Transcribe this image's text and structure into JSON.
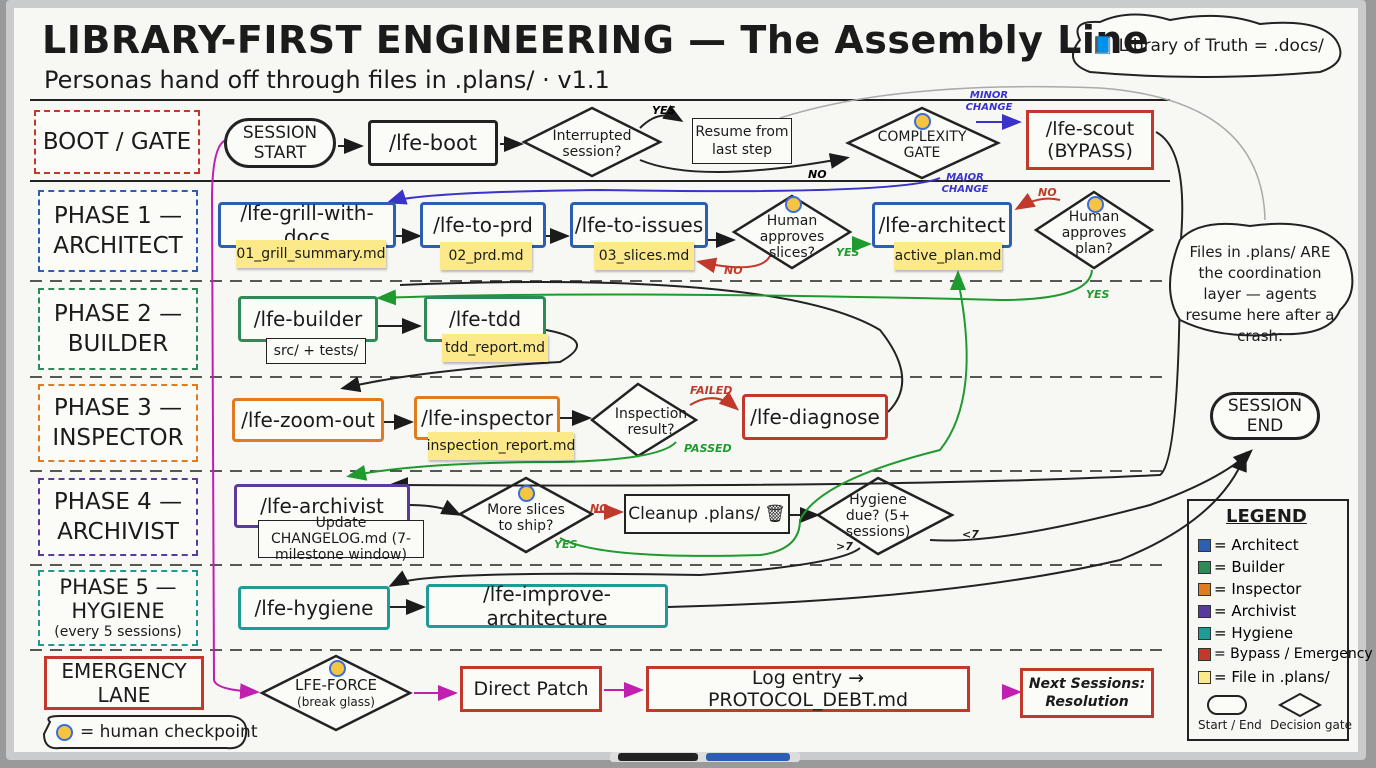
{
  "header": {
    "title": "LIBRARY-FIRST ENGINEERING — The Assembly Line",
    "subtitle": "Personas hand off through files in .plans/ · v1.1",
    "library_cloud": "Library of Truth = .docs/"
  },
  "lanes": [
    {
      "label": "BOOT / GATE",
      "color": "#c0392b"
    },
    {
      "label": "PHASE 1 — ARCHITECT",
      "color": "#2c5fb3"
    },
    {
      "label": "PHASE 2 — BUILDER",
      "color": "#2e8b57"
    },
    {
      "label": "PHASE 3 — INSPECTOR",
      "color": "#e07b1f"
    },
    {
      "label": "PHASE 4 — ARCHIVIST",
      "color": "#5b3a9e"
    },
    {
      "label": "PHASE 5 — HYGIENE",
      "hygiene_sub": "(every 5 sessions)",
      "color": "#1f9a95"
    },
    {
      "label": "EMERGENCY LANE",
      "color": "#c0392b"
    }
  ],
  "boot": {
    "session_start": "SESSION START",
    "lfe_boot": "/lfe-boot",
    "interrupted": "Interrupted session?",
    "resume": "Resume from last step",
    "complexity_gate": "COMPLEXITY GATE",
    "scout": "/lfe-scout (BYPASS)",
    "yes": "YES",
    "no": "NO",
    "minor_change": "MINOR CHANGE",
    "major_change": "MAJOR CHANGE"
  },
  "phase1": {
    "grill": "/lfe-grill-with-docs",
    "grill_note": "01_grill_summary.md",
    "prd": "/lfe-to-prd",
    "prd_note": "02_prd.md",
    "issues": "/lfe-to-issues",
    "issues_note": "03_slices.md",
    "approves_slices": "Human approves slices?",
    "architect": "/lfe-architect",
    "architect_note": "active_plan.md",
    "approves_plan": "Human approves plan?",
    "yes": "YES",
    "no": "NO"
  },
  "phase2": {
    "builder": "/lfe-builder",
    "builder_note": "src/ + tests/",
    "tdd": "/lfe-tdd",
    "tdd_note": "tdd_report.md"
  },
  "phase3": {
    "zoom_out": "/lfe-zoom-out",
    "inspector": "/lfe-inspector",
    "inspector_note": "inspection_report.md",
    "result": "Inspection result?",
    "diagnose": "/lfe-diagnose",
    "failed": "FAILED",
    "passed": "PASSED"
  },
  "phase4": {
    "archivist": "/lfe-archivist",
    "archivist_note": "Update CHANGELOG.md (7-milestone window)",
    "more_slices": "More slices to ship?",
    "cleanup": "Cleanup .plans/",
    "hygiene_due": "Hygiene due? (5+ sessions)",
    "no": "NO",
    "yes": "YES",
    "gt7": ">7",
    "lt7": "<7"
  },
  "phase5": {
    "hygiene": "/lfe-hygiene",
    "improve": "/lfe-improve-architecture"
  },
  "emergency": {
    "force": "LFE-FORCE",
    "force_sub": "(break glass)",
    "patch": "Direct Patch",
    "log": "Log entry → PROTOCOL_DEBT.md",
    "next": "Next Sessions: Resolution"
  },
  "session_end": "SESSION END",
  "files_note": "Files in .plans/ ARE the coordination layer — agents resume here after a crash.",
  "human_checkpoint": "= human checkpoint",
  "legend": {
    "title": "LEGEND",
    "items": [
      {
        "label": "= Architect",
        "color": "#2c5fb3"
      },
      {
        "label": "= Builder",
        "color": "#2e8b57"
      },
      {
        "label": "= Inspector",
        "color": "#e07b1f"
      },
      {
        "label": "= Archivist",
        "color": "#5b3a9e"
      },
      {
        "label": "= Hygiene",
        "color": "#1f9a95"
      },
      {
        "label": "= Bypass / Emergency",
        "color": "#c0392b"
      },
      {
        "label": "= File in .plans/",
        "color": "#fbe98a"
      }
    ],
    "start_end": "Start / End",
    "decision": "Decision gate"
  }
}
